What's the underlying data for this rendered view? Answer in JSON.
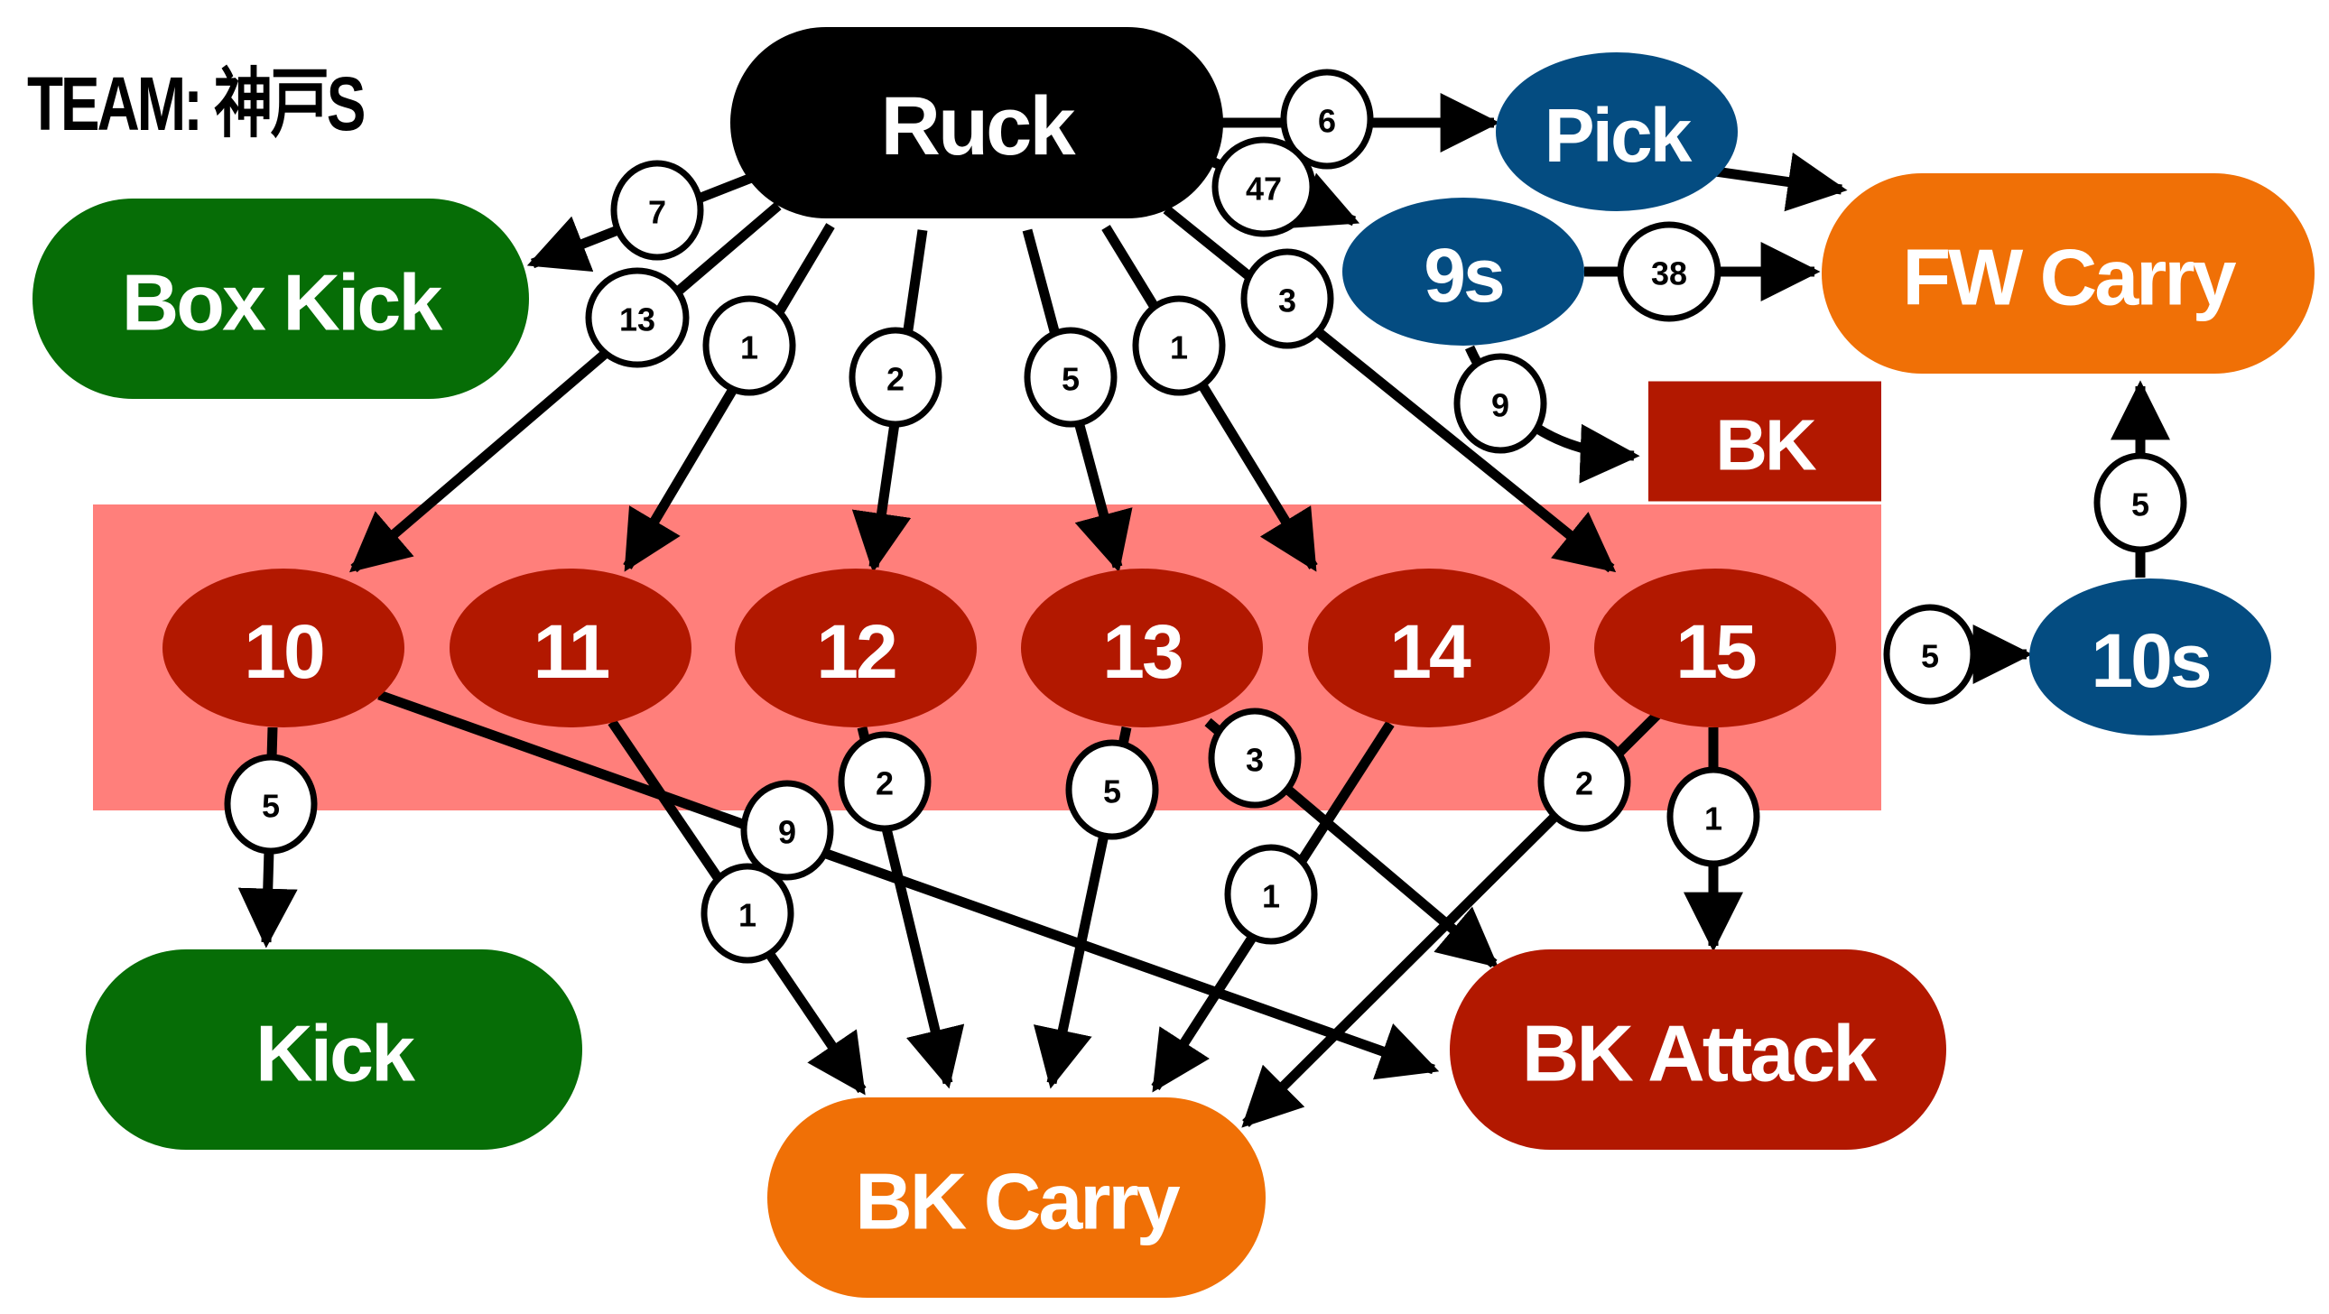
{
  "title": "TEAM: 神戸S",
  "colors": {
    "ruck": "#000000",
    "forward_blue": "#044C81",
    "carry_orange": "#F07006",
    "kick_green": "#066D06",
    "back_red": "#B21800",
    "band_pink": "#FF7F7B",
    "edge": "#000000",
    "badge_fill": "#ffffff"
  },
  "nodes": [
    {
      "id": "ruck",
      "label": "Ruck",
      "color": "ruck"
    },
    {
      "id": "pick",
      "label": "Pick",
      "color": "forward_blue"
    },
    {
      "id": "nine_s",
      "label": "9s",
      "color": "forward_blue"
    },
    {
      "id": "fw_carry",
      "label": "FW Carry",
      "color": "carry_orange"
    },
    {
      "id": "box_kick",
      "label": "Box Kick",
      "color": "kick_green"
    },
    {
      "id": "bk",
      "label": "BK",
      "color": "back_red"
    },
    {
      "id": "p10",
      "label": "10",
      "color": "back_red"
    },
    {
      "id": "p11",
      "label": "11",
      "color": "back_red"
    },
    {
      "id": "p12",
      "label": "12",
      "color": "back_red"
    },
    {
      "id": "p13",
      "label": "13",
      "color": "back_red"
    },
    {
      "id": "p14",
      "label": "14",
      "color": "back_red"
    },
    {
      "id": "p15",
      "label": "15",
      "color": "back_red"
    },
    {
      "id": "ten_s",
      "label": "10s",
      "color": "forward_blue"
    },
    {
      "id": "kick",
      "label": "Kick",
      "color": "kick_green"
    },
    {
      "id": "bk_carry",
      "label": "BK Carry",
      "color": "carry_orange"
    },
    {
      "id": "bk_attack",
      "label": "BK Attack",
      "color": "back_red"
    }
  ],
  "edges": [
    {
      "from": "ruck",
      "to": "pick",
      "count": "6"
    },
    {
      "from": "ruck",
      "to": "nine_s",
      "count": "47"
    },
    {
      "from": "ruck",
      "to": "box_kick",
      "count": "7"
    },
    {
      "from": "ruck",
      "to": "p10",
      "count": "13"
    },
    {
      "from": "ruck",
      "to": "p11",
      "count": "1"
    },
    {
      "from": "ruck",
      "to": "p12",
      "count": "2"
    },
    {
      "from": "ruck",
      "to": "p13",
      "count": "5"
    },
    {
      "from": "ruck",
      "to": "p14",
      "count": "1"
    },
    {
      "from": "ruck",
      "to": "p15",
      "count": "3"
    },
    {
      "from": "pick",
      "to": "fw_carry",
      "count": ""
    },
    {
      "from": "nine_s",
      "to": "fw_carry",
      "count": "38"
    },
    {
      "from": "nine_s",
      "to": "bk",
      "count": "9"
    },
    {
      "from": "p15",
      "to": "ten_s",
      "count": "5"
    },
    {
      "from": "ten_s",
      "to": "fw_carry",
      "count": "5"
    },
    {
      "from": "p10",
      "to": "kick",
      "count": "5"
    },
    {
      "from": "p10",
      "to": "bk_attack",
      "count": "9"
    },
    {
      "from": "p11",
      "to": "bk_carry",
      "count": "1"
    },
    {
      "from": "p12",
      "to": "bk_carry",
      "count": "2"
    },
    {
      "from": "p13",
      "to": "bk_carry",
      "count": "5"
    },
    {
      "from": "p13",
      "to": "bk_attack",
      "count": "3"
    },
    {
      "from": "p14",
      "to": "bk_carry",
      "count": "1"
    },
    {
      "from": "p15",
      "to": "bk_carry",
      "count": "2"
    },
    {
      "from": "p15",
      "to": "bk_attack",
      "count": "1"
    }
  ]
}
